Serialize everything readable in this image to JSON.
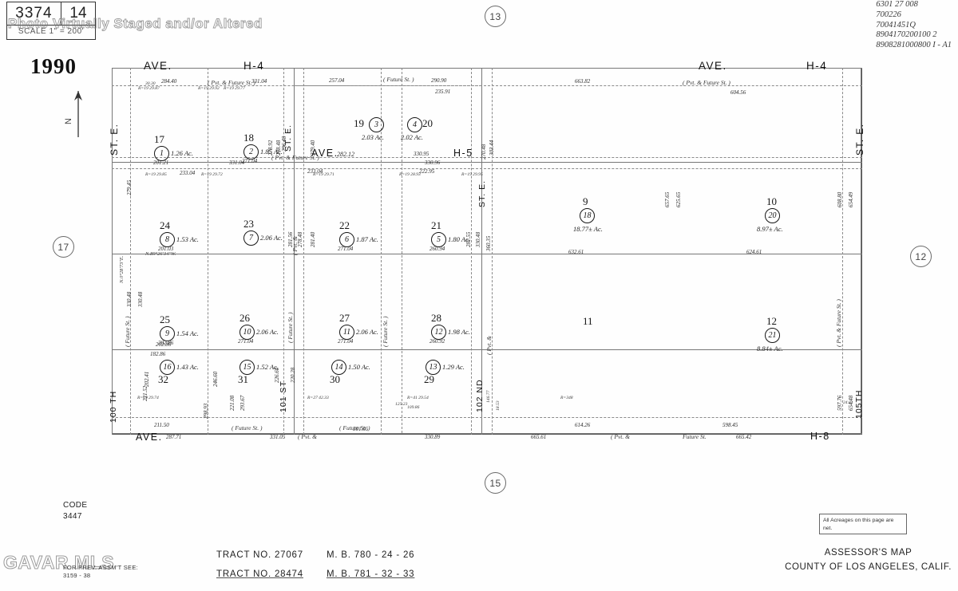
{
  "header": {
    "book": "3374",
    "page": "14",
    "scale_note": "SCALE 1\" = 200'",
    "year": "1990",
    "north_label": "N",
    "hand_numbers": [
      "6301 27 008",
      "700226",
      "70041451Q",
      "8904170200100 2",
      "8908281000800 I - A1"
    ]
  },
  "watermarks": {
    "top": "Photo Virtually Staged and/or Altered",
    "corner": "GAVAR MLS"
  },
  "edge_markers": {
    "top": "13",
    "left": "17",
    "right": "12",
    "bottom": "15"
  },
  "streets": {
    "top_left_ave": "AVE.",
    "top_left_h": "H-4",
    "top_right_ave": "AVE.",
    "top_right_h": "H-4",
    "mid_ave": "AVE.",
    "mid_h": "H-5",
    "bottom_ave": "AVE.",
    "bottom_h": "H-8",
    "left_vertical_top": "ST. E.",
    "left_vertical_bottom": "100 TH",
    "right_vertical_top": "ST. E.",
    "right_vertical_bottom": "105TH",
    "inner_st_e": "ST. E.",
    "inner_101st": "101 ST",
    "inner_102nd": "102 ND",
    "inner_st_e2": "ST. E.",
    "future_st": "Future St.",
    "future_st_paren": "( Future  St. )",
    "pvt_paren": "( Pvt. &",
    "pvt_future_paren": "( Pvt. & Future St. )"
  },
  "parcels": [
    {
      "lot": "17",
      "parcel": "1",
      "acres": "1.26 Ac.",
      "dim": "201.21"
    },
    {
      "lot": "18",
      "parcel": "2",
      "acres": "1.85 Ac.",
      "dim": "271.04"
    },
    {
      "lot": "19",
      "parcel": "3",
      "acres": "2.03 Ac.",
      "dim": ""
    },
    {
      "lot": "20",
      "parcel": "4",
      "acres": "2.02 Ac.",
      "dim": ""
    },
    {
      "lot": "24",
      "parcel": "8",
      "acres": "1.53 Ac.",
      "dim": "201.03"
    },
    {
      "lot": "23",
      "parcel": "7",
      "acres": "2.06 Ac.",
      "dim": ""
    },
    {
      "lot": "22",
      "parcel": "6",
      "acres": "1.87 Ac.",
      "dim": "271.04"
    },
    {
      "lot": "21",
      "parcel": "5",
      "acres": "1.80 Ac.",
      "dim": "260.94"
    },
    {
      "lot": "9",
      "parcel": "18",
      "acres": "18.77± Ac.",
      "dim": ""
    },
    {
      "lot": "10",
      "parcel": "20",
      "acres": "8.97± Ac.",
      "dim": ""
    },
    {
      "lot": "25",
      "parcel": "9",
      "acres": "1.54 Ac.",
      "dim": "202.86"
    },
    {
      "lot": "26",
      "parcel": "10",
      "acres": "2.06 Ac.",
      "dim": "271.04"
    },
    {
      "lot": "27",
      "parcel": "11",
      "acres": "2.06 Ac.",
      "dim": "271.04"
    },
    {
      "lot": "28",
      "parcel": "12",
      "acres": "1.98 Ac.",
      "dim": "260.92"
    },
    {
      "lot": "11",
      "parcel": "",
      "acres": "",
      "dim": ""
    },
    {
      "lot": "12",
      "parcel": "21",
      "acres": "8.84± Ac.",
      "dim": ""
    },
    {
      "lot": "32",
      "parcel": "16",
      "acres": "1.43 Ac.",
      "dim": "202.41"
    },
    {
      "lot": "31",
      "parcel": "15",
      "acres": "1.52 Ac.",
      "dim": ""
    },
    {
      "lot": "30",
      "parcel": "14",
      "acres": "1.50 Ac.",
      "dim": ""
    },
    {
      "lot": "29",
      "parcel": "13",
      "acres": "1.29 Ac.",
      "dim": ""
    }
  ],
  "dimensions": {
    "top_row": [
      "284.40",
      "331.04",
      "257.04",
      "290.90",
      "235.91",
      "663.82",
      "604.56"
    ],
    "band2": [
      "233.04",
      "233.04",
      "222.95"
    ],
    "mid_row": [
      "632.61",
      "624.61",
      "330.95",
      "331.04",
      "282.12",
      "330.96"
    ],
    "bottom_row": [
      "301.05",
      "331.05",
      "330.89",
      "665.61",
      "614.26",
      "598.45",
      "665.42",
      "287.71"
    ],
    "verticals": [
      "279.45",
      "330.48",
      "330.48",
      "221.52",
      "298.48",
      "278.92",
      "296.48",
      "279.40",
      "281.56",
      "278.48",
      "281.40",
      "281.55",
      "330.48",
      "360.35",
      "270.48",
      "303.44",
      "657.65",
      "625.65",
      "608.80",
      "654.49",
      "597.76",
      "654.48",
      "226.60",
      "220.28",
      "293.67",
      "221.08",
      "202.41",
      "211.50",
      "182.86",
      "202.86",
      "246.60",
      "298.93"
    ],
    "curve_notes": [
      "R=19 29.87",
      "R=19 29.92",
      "R=19 29.77",
      "R=19 29.71",
      "R=19 29.72",
      "R=19 28.93",
      "R=19 29.95",
      "R=19 29.85",
      "R=19 29.74",
      "R=27 42.33",
      "R=41 29.54",
      "R=348",
      "24.81",
      "30.30",
      "109.86",
      "125.23",
      "146.77",
      "18.53"
    ],
    "bearings": [
      "N.0°28'73\"E.",
      "N.89°26'34\"W."
    ]
  },
  "footer": {
    "code_label": "CODE",
    "code_value": "3447",
    "acreage_note": "All Acreages on this page are net.",
    "prev_label": "FOR PREV. ASSM'T SEE:",
    "prev_value": "3159 - 38",
    "tracts": [
      {
        "tract": "TRACT  NO. 27067",
        "mb": "M. B. 780 - 24 - 26"
      },
      {
        "tract": "TRACT  NO. 28474",
        "mb": "M. B. 781 - 32 - 33"
      }
    ],
    "assessor_line1": "ASSESSOR'S MAP",
    "assessor_line2": "COUNTY OF LOS ANGELES, CALIF."
  }
}
